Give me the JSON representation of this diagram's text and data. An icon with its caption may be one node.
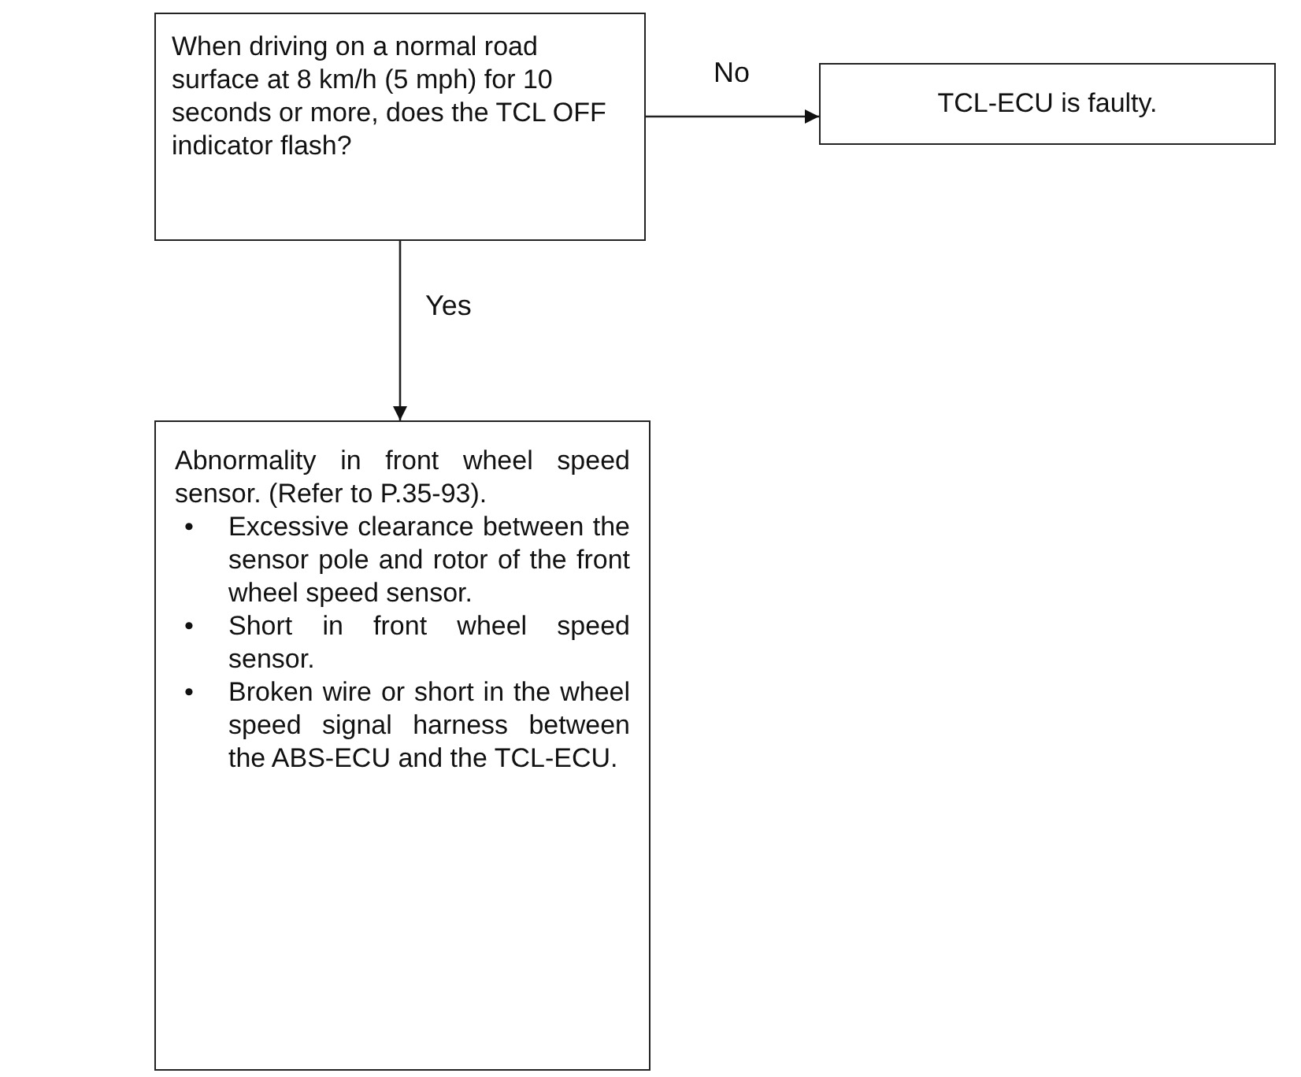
{
  "diagram": {
    "nodes": [
      {
        "text": [
          "When driving on a normal road surface at 8 km/h (5 mph) for 10 seconds or more, does the TCL OFF indicator flash?"
        ]
      },
      {
        "text": [
          "TCL-ECU is faulty."
        ]
      },
      {
        "text": [
          "Abnormality in front wheel speed sensor. (Refer to P.35-93).",
          "•",
          "Excessive clearance between the sensor pole and rotor of the front wheel speed sensor.",
          "•",
          "Short in front wheel speed sensor.",
          "•",
          "Broken wire or short in the wheel speed signal harness between the ABS-ECU and the TCL-ECU."
        ]
      }
    ],
    "edges": [
      {
        "from": 0,
        "to": 1,
        "arrow": "to",
        "label": "No"
      },
      {
        "from": 0,
        "to": 2,
        "arrow": "to",
        "label": "Yes"
      }
    ]
  }
}
